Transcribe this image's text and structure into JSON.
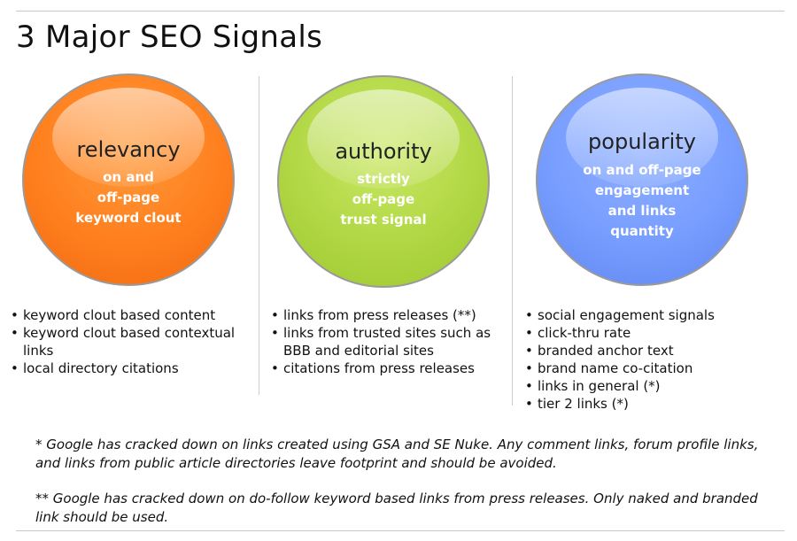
{
  "title": "3 Major SEO Signals",
  "signals": [
    {
      "name": "relevancy",
      "subtitle_lines": [
        "on and",
        "off-page",
        "keyword clout"
      ],
      "bullets": [
        "keyword clout based content",
        "keyword clout based contextual links",
        "local directory citations"
      ]
    },
    {
      "name": "authority",
      "subtitle_lines": [
        "strictly",
        "off-page",
        "trust signal"
      ],
      "bullets": [
        "links from press releases (**)",
        "links from trusted sites such as BBB and editorial sites",
        "citations from press releases"
      ]
    },
    {
      "name": "popularity",
      "subtitle_lines": [
        "on and off-page",
        "engagement",
        "and links",
        "quantity"
      ],
      "bullets": [
        "social engagement signals",
        "click-thru rate",
        "branded anchor text",
        "brand name co-citation",
        "links in general (*)",
        "tier 2 links (*)"
      ]
    }
  ],
  "footnotes": [
    "* Google has cracked down on links created using GSA and SE Nuke. Any comment links, forum profile links, and links from public article directories leave footprint and should be avoided.",
    "** Google has cracked down on do-follow keyword based links from press releases. Only naked and branded link should be used."
  ],
  "colors": {
    "relevancy": "#ff7f1e",
    "authority": "#b1d744",
    "popularity": "#779dff"
  }
}
